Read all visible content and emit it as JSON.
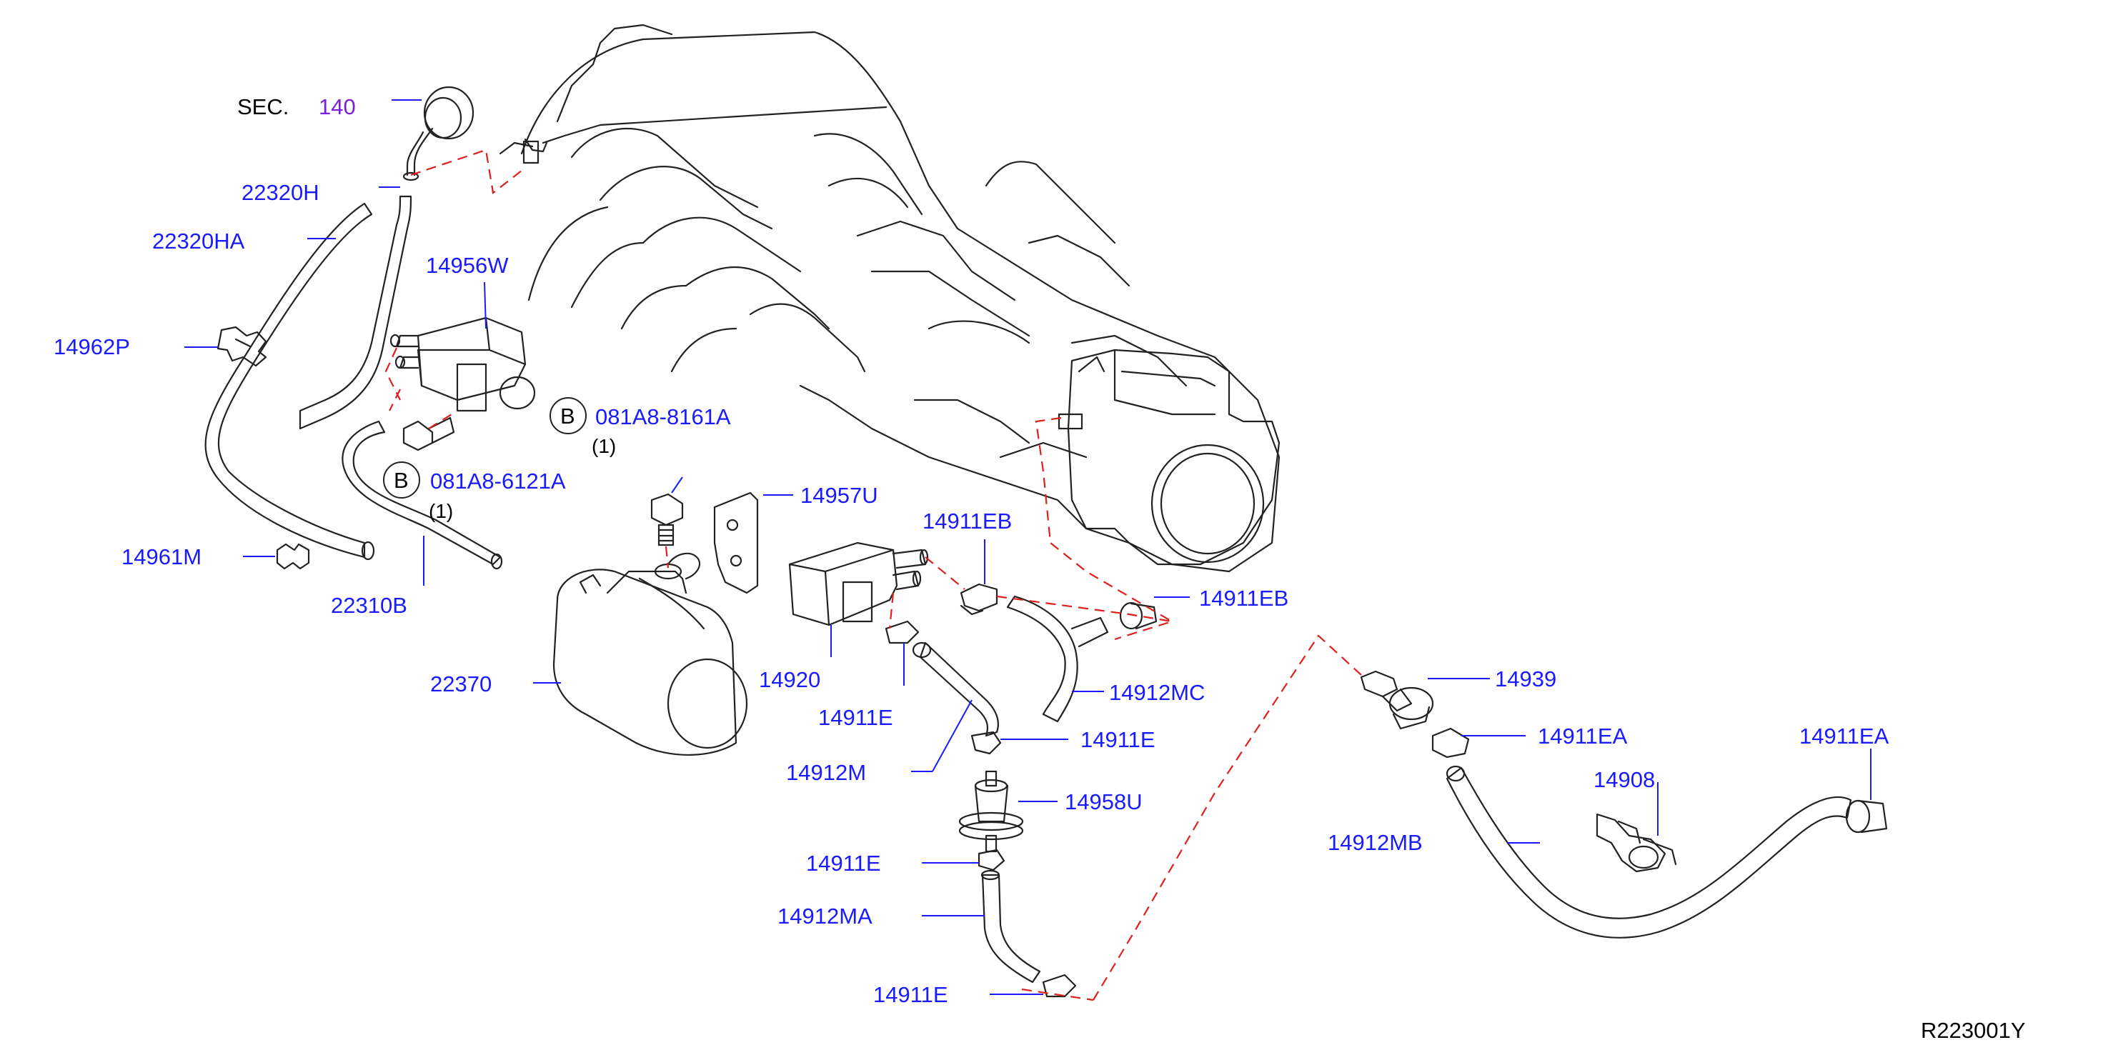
{
  "colors": {
    "part_label": "#1a1aff",
    "section_ref": "#7a1fd6",
    "connection_dash": "#e0201e",
    "line_art": "#222222"
  },
  "labels": {
    "sec_prefix": "SEC.",
    "sec_number": "140",
    "p22320H": "22320H",
    "p22320HA": "22320HA",
    "p14956W": "14956W",
    "p14962P": "14962P",
    "bolt_b_symbol_1": "B",
    "bolt1_part": "081A8-8161A",
    "bolt1_qty": "(1)",
    "bolt_b_symbol_2": "B",
    "bolt2_part": "081A8-6121A",
    "bolt2_qty": "(1)",
    "p14961M": "14961M",
    "p22310B": "22310B",
    "p14957U": "14957U",
    "p14911EB_1": "14911EB",
    "p14911EB_2": "14911EB",
    "p22370": "22370",
    "p14920": "14920",
    "p14912MC": "14912MC",
    "p14911E_1": "14911E",
    "p14911E_2": "14911E",
    "p14912M": "14912M",
    "p14958U": "14958U",
    "p14911E_3": "14911E",
    "p14912MA": "14912MA",
    "p14911E_4": "14911E",
    "p14939": "14939",
    "p14911EA_1": "14911EA",
    "p14911EA_2": "14911EA",
    "p14908": "14908",
    "p14912MB": "14912MB",
    "drawing_code": "R223001Y"
  }
}
